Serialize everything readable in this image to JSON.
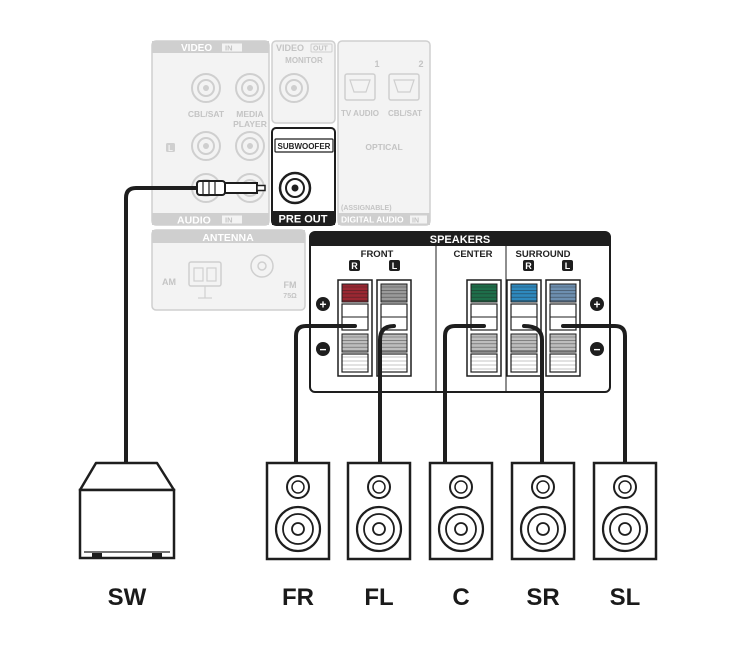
{
  "colors": {
    "panel_faint": "#cfcfcf",
    "panel_dark": "#1e1e1e",
    "front_r": "#9a2732",
    "center": "#1e6e4a",
    "surround_r": "#2e89bd",
    "surround_l": "#6d8fb0",
    "gray_post": "#9a9a9a"
  },
  "video_in": {
    "title": "VIDEO",
    "badge": "IN",
    "cbl_sat": "CBL/SAT",
    "media_player": "MEDIA PLAYER",
    "audio_l": "L"
  },
  "audio_in": {
    "title": "AUDIO",
    "badge": "IN"
  },
  "video_out": {
    "title": "VIDEO",
    "badge": "OUT",
    "monitor": "MONITOR"
  },
  "pre_out": {
    "subwoofer": "SUBWOOFER",
    "title": "PRE OUT"
  },
  "digital_audio": {
    "num1": "1",
    "num2": "2",
    "tv_audio": "TV AUDIO",
    "cbl_sat": "CBL/SAT",
    "optical": "OPTICAL",
    "assignable": "(ASSIGNABLE)",
    "title": "DIGITAL AUDIO",
    "badge": "IN"
  },
  "antenna": {
    "title": "ANTENNA",
    "am": "AM",
    "fm": "FM",
    "ohm": "75Ω"
  },
  "speakers_panel": {
    "title": "SPEAKERS",
    "front": "FRONT",
    "center": "CENTER",
    "surround": "SURROUND",
    "r": "R",
    "l": "L",
    "plus": "+",
    "minus": "−"
  },
  "labels": {
    "sw": "SW",
    "fr": "FR",
    "fl": "FL",
    "c": "C",
    "sr": "SR",
    "sl": "SL"
  }
}
